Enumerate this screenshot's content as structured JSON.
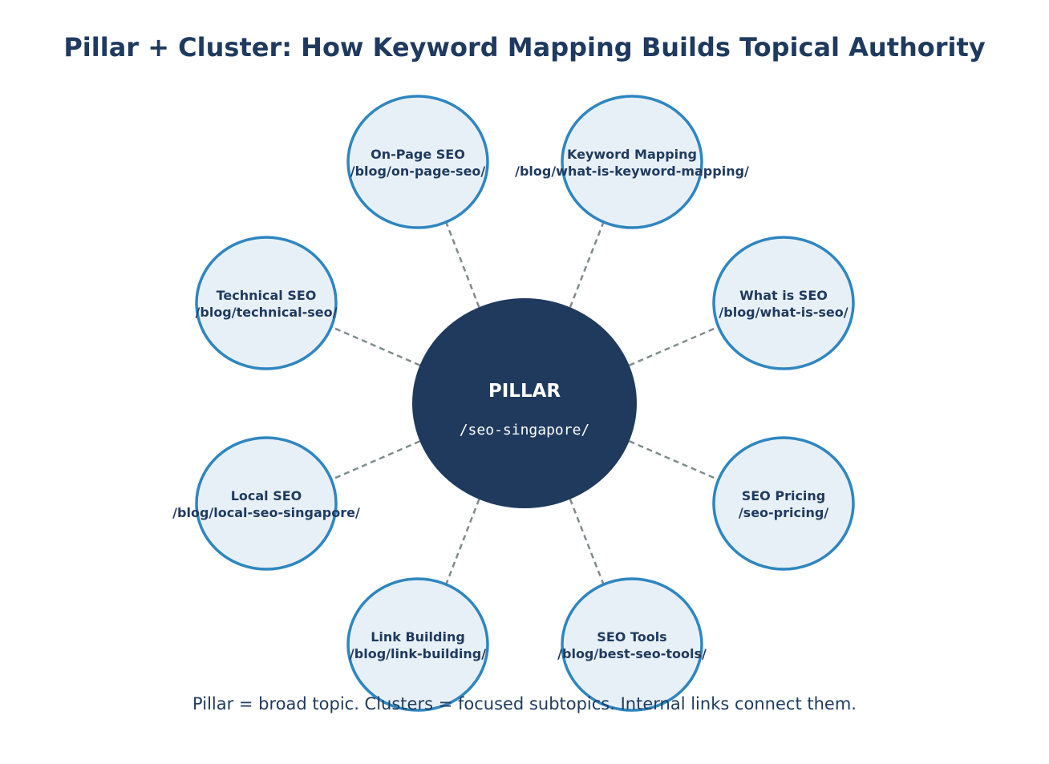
{
  "title": "Pillar + Cluster: How Keyword Mapping Builds Topical Authority",
  "pillar": {
    "label": "PILLAR",
    "url": "/seo-singapore/"
  },
  "clusters": [
    {
      "name": "On-Page SEO",
      "url": "/blog/on-page-seo/"
    },
    {
      "name": "Keyword Mapping",
      "url": "/blog/what-is-keyword-mapping/"
    },
    {
      "name": "Technical SEO",
      "url": "/blog/technical-seo/"
    },
    {
      "name": "What is SEO",
      "url": "/blog/what-is-seo/"
    },
    {
      "name": "Local SEO",
      "url": "/blog/local-seo-singapore/"
    },
    {
      "name": "SEO Pricing",
      "url": "/seo-pricing/"
    },
    {
      "name": "Link Building",
      "url": "/blog/link-building/"
    },
    {
      "name": "SEO Tools",
      "url": "/blog/best-seo-tools/"
    }
  ],
  "caption": "Pillar = broad topic.  Clusters = focused subtopics.  Internal links connect them.",
  "colors": {
    "text_dark": "#1f3a5f",
    "pillar_fill": "#203a5e",
    "pillar_text": "#ffffff",
    "cluster_fill": "#e8f0f7",
    "cluster_stroke": "#2e86c1",
    "connector": "#7f8c8d"
  }
}
